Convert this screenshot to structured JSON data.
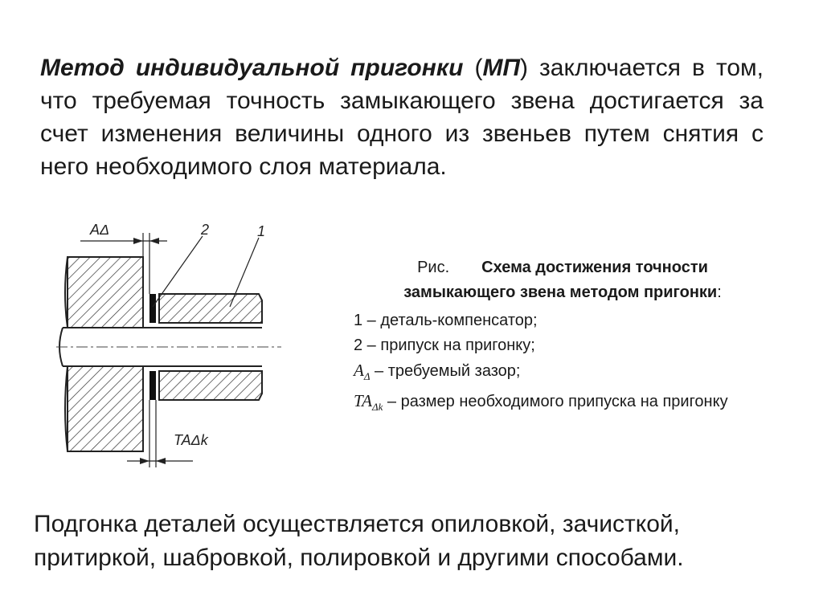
{
  "intro": {
    "term": "Метод индивидуальной пригонки",
    "abbr_open": " (",
    "abbr": "МП",
    "abbr_close": ")",
    "rest": " заключается в том, что требуемая точность замыкающего звена достигается за счет изменения величины одного из звеньев путем снятия с него необходимого слоя материала."
  },
  "figure": {
    "label_gap": "AΔ",
    "label_allowance": "TAΔk",
    "callout_1": "1",
    "callout_2": "2"
  },
  "caption": {
    "fig_label": "Рис.",
    "title": "Схема достижения точности замыкающего звена методом пригонки",
    "title_colon": ":",
    "items": [
      {
        "marker": "1",
        "text": " – деталь-компенсатор;"
      },
      {
        "marker": "2",
        "text": " – припуск на пригонку;"
      },
      {
        "sym": "A",
        "sub": "Δ",
        "text": " – требуемый зазор;"
      },
      {
        "sym": "TA",
        "sub": "Δk",
        "text": " – размер необходимого припуска на пригонку"
      }
    ]
  },
  "outro": {
    "text": "Подгонка деталей осуществляется опиловкой, зачисткой, притиркой, шабровкой, полировкой и другими способами."
  }
}
